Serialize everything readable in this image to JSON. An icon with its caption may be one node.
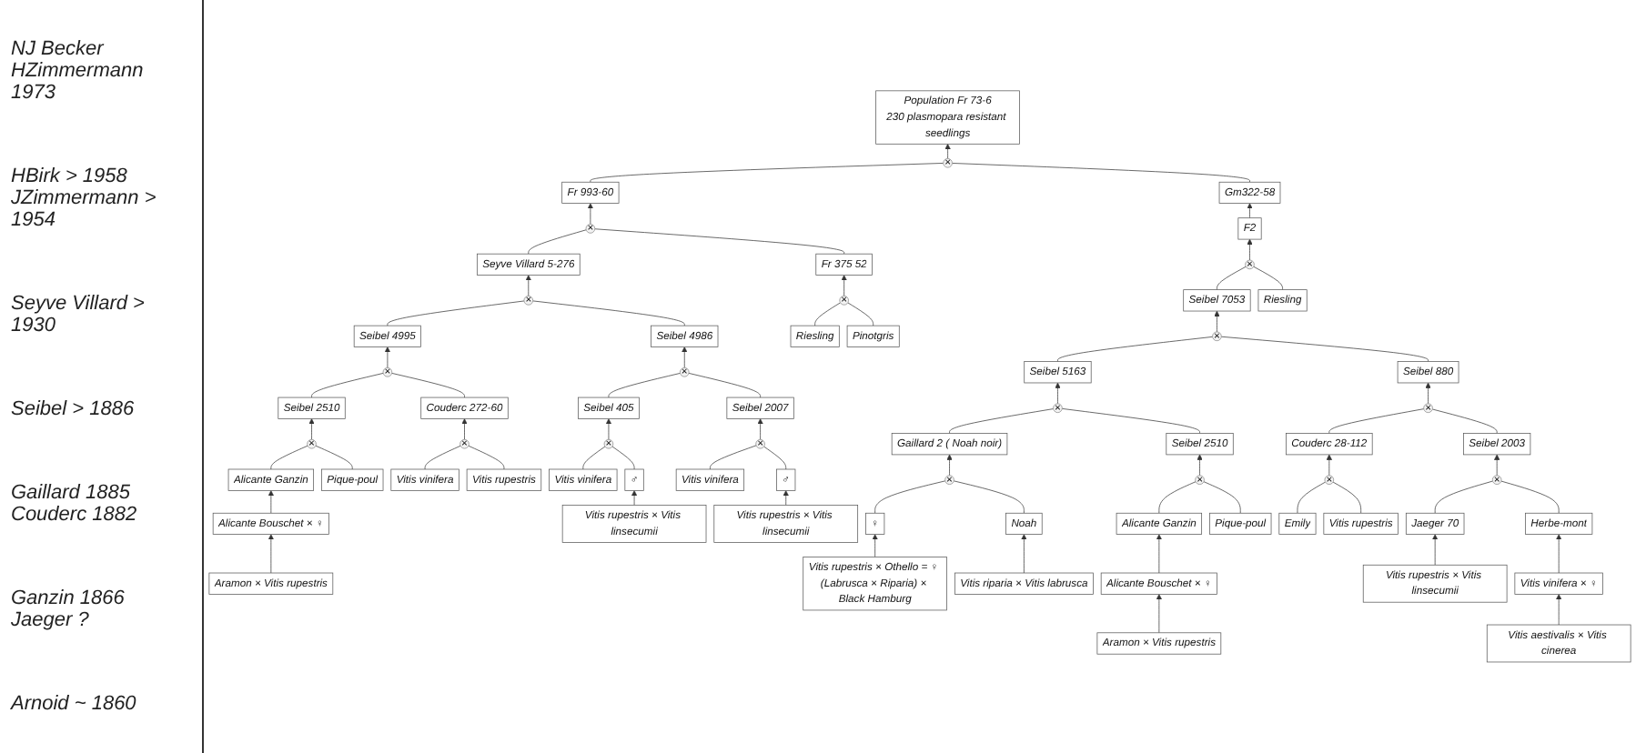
{
  "diagram": {
    "nodes": [
      {
        "text": [
          "Population Fr 73-6",
          "230 plasmopara resistant seedlings"
        ]
      },
      {
        "text": [
          "×"
        ]
      },
      {
        "text": [
          "Fr 993-60"
        ]
      },
      {
        "text": [
          "Gm322-58"
        ]
      },
      {
        "text": [
          "F2"
        ]
      },
      {
        "text": [
          "×"
        ]
      },
      {
        "text": [
          "Seibel 7053"
        ]
      },
      {
        "text": [
          "Riesling"
        ]
      },
      {
        "text": [
          "×"
        ]
      },
      {
        "text": [
          "Seyve Villard 5-276"
        ]
      },
      {
        "text": [
          "Fr 375 52"
        ]
      },
      {
        "text": [
          "×"
        ]
      },
      {
        "text": [
          "Riesling"
        ]
      },
      {
        "text": [
          "Pinotgris"
        ]
      },
      {
        "text": [
          "×"
        ]
      },
      {
        "text": [
          "Seibel 4995"
        ]
      },
      {
        "text": [
          "Seibel 4986"
        ]
      },
      {
        "text": [
          "×"
        ]
      },
      {
        "text": [
          "Seibel 5163"
        ]
      },
      {
        "text": [
          "Seibel 880"
        ]
      },
      {
        "text": [
          "×"
        ]
      },
      {
        "text": [
          "Seibel 2510"
        ]
      },
      {
        "text": [
          "Couderc 272-60"
        ]
      },
      {
        "text": [
          "×"
        ]
      },
      {
        "text": [
          "Seibel 405"
        ]
      },
      {
        "text": [
          "Seibel 2007"
        ]
      },
      {
        "text": [
          "×"
        ]
      },
      {
        "text": [
          "Gaillard 2 ( Noah noir)"
        ]
      },
      {
        "text": [
          "Seibel 2510"
        ]
      },
      {
        "text": [
          "×"
        ]
      },
      {
        "text": [
          "Couderc 28-112"
        ]
      },
      {
        "text": [
          "Seibel 2003"
        ]
      },
      {
        "text": [
          "×"
        ]
      },
      {
        "text": [
          "Alicante Ganzin"
        ]
      },
      {
        "text": [
          "Pique-poul"
        ]
      },
      {
        "text": [
          "×"
        ]
      },
      {
        "text": [
          "Vitis vinifera"
        ]
      },
      {
        "text": [
          "Vitis rupestris"
        ]
      },
      {
        "text": [
          "×"
        ]
      },
      {
        "text": [
          "Vitis vinifera"
        ]
      },
      {
        "text": [
          "♂"
        ]
      },
      {
        "text": [
          "×"
        ]
      },
      {
        "text": [
          "Vitis vinifera"
        ]
      },
      {
        "text": [
          "♂"
        ]
      },
      {
        "text": [
          "×"
        ]
      },
      {
        "text": [
          "♀"
        ]
      },
      {
        "text": [
          "Noah"
        ]
      },
      {
        "text": [
          "×"
        ]
      },
      {
        "text": [
          "Alicante Ganzin"
        ]
      },
      {
        "text": [
          "Pique-poul"
        ]
      },
      {
        "text": [
          "×"
        ]
      },
      {
        "text": [
          "Emily"
        ]
      },
      {
        "text": [
          "Vitis rupestris"
        ]
      },
      {
        "text": [
          "×"
        ]
      },
      {
        "text": [
          "Jaeger 70"
        ]
      },
      {
        "text": [
          "Herbe-mont"
        ]
      },
      {
        "text": [
          "Alicante Bouschet × ♀"
        ]
      },
      {
        "text": [
          "Aramon × Vitis rupestris"
        ]
      },
      {
        "text": [
          "Vitis rupestris × Vitis linsecumii"
        ]
      },
      {
        "text": [
          "Vitis rupestris × Vitis linsecumii"
        ]
      },
      {
        "text": [
          "Vitis rupestris × Othello = ♀ (Labrusca × Riparia) × Black Hamburg"
        ]
      },
      {
        "text": [
          "Vitis riparia × Vitis labrusca"
        ]
      },
      {
        "text": [
          "Alicante Bouschet × ♀"
        ]
      },
      {
        "text": [
          "Aramon × Vitis rupestris"
        ]
      },
      {
        "text": [
          "Vitis rupestris × Vitis linsecumii"
        ]
      },
      {
        "text": [
          "Vitis vinifera × ♀"
        ]
      },
      {
        "text": [
          "Vitis aestivalis × Vitis cinerea"
        ]
      }
    ],
    "edges": [
      {
        "from": 2,
        "to": 1,
        "arrow": "none"
      },
      {
        "from": 3,
        "to": 1,
        "arrow": "none"
      },
      {
        "from": 1,
        "to": 0,
        "arrow": "to"
      },
      {
        "from": 4,
        "to": 3,
        "arrow": "to"
      },
      {
        "from": 5,
        "to": 4,
        "arrow": "to"
      },
      {
        "from": 6,
        "to": 5,
        "arrow": "none"
      },
      {
        "from": 7,
        "to": 5,
        "arrow": "none"
      },
      {
        "from": 8,
        "to": 2,
        "arrow": "to"
      },
      {
        "from": 9,
        "to": 8,
        "arrow": "none"
      },
      {
        "from": 10,
        "to": 8,
        "arrow": "none"
      },
      {
        "from": 11,
        "to": 10,
        "arrow": "to"
      },
      {
        "from": 12,
        "to": 11,
        "arrow": "none"
      },
      {
        "from": 13,
        "to": 11,
        "arrow": "none"
      },
      {
        "from": 14,
        "to": 9,
        "arrow": "to"
      },
      {
        "from": 15,
        "to": 14,
        "arrow": "none"
      },
      {
        "from": 16,
        "to": 14,
        "arrow": "none"
      },
      {
        "from": 17,
        "to": 6,
        "arrow": "to"
      },
      {
        "from": 18,
        "to": 17,
        "arrow": "none"
      },
      {
        "from": 19,
        "to": 17,
        "arrow": "none"
      },
      {
        "from": 20,
        "to": 15,
        "arrow": "to"
      },
      {
        "from": 21,
        "to": 20,
        "arrow": "none"
      },
      {
        "from": 22,
        "to": 20,
        "arrow": "none"
      },
      {
        "from": 23,
        "to": 16,
        "arrow": "to"
      },
      {
        "from": 24,
        "to": 23,
        "arrow": "none"
      },
      {
        "from": 25,
        "to": 23,
        "arrow": "none"
      },
      {
        "from": 26,
        "to": 18,
        "arrow": "to"
      },
      {
        "from": 27,
        "to": 26,
        "arrow": "none"
      },
      {
        "from": 28,
        "to": 26,
        "arrow": "none"
      },
      {
        "from": 29,
        "to": 19,
        "arrow": "to"
      },
      {
        "from": 30,
        "to": 29,
        "arrow": "none"
      },
      {
        "from": 31,
        "to": 29,
        "arrow": "none"
      },
      {
        "from": 32,
        "to": 21,
        "arrow": "to"
      },
      {
        "from": 33,
        "to": 32,
        "arrow": "none"
      },
      {
        "from": 34,
        "to": 32,
        "arrow": "none"
      },
      {
        "from": 35,
        "to": 22,
        "arrow": "to"
      },
      {
        "from": 36,
        "to": 35,
        "arrow": "none"
      },
      {
        "from": 37,
        "to": 35,
        "arrow": "none"
      },
      {
        "from": 38,
        "to": 24,
        "arrow": "to"
      },
      {
        "from": 39,
        "to": 38,
        "arrow": "none"
      },
      {
        "from": 40,
        "to": 38,
        "arrow": "none"
      },
      {
        "from": 41,
        "to": 25,
        "arrow": "to"
      },
      {
        "from": 42,
        "to": 41,
        "arrow": "none"
      },
      {
        "from": 43,
        "to": 41,
        "arrow": "none"
      },
      {
        "from": 44,
        "to": 27,
        "arrow": "to"
      },
      {
        "from": 45,
        "to": 44,
        "arrow": "none"
      },
      {
        "from": 46,
        "to": 44,
        "arrow": "none"
      },
      {
        "from": 47,
        "to": 28,
        "arrow": "to"
      },
      {
        "from": 48,
        "to": 47,
        "arrow": "none"
      },
      {
        "from": 49,
        "to": 47,
        "arrow": "none"
      },
      {
        "from": 50,
        "to": 30,
        "arrow": "to"
      },
      {
        "from": 51,
        "to": 50,
        "arrow": "none"
      },
      {
        "from": 52,
        "to": 50,
        "arrow": "none"
      },
      {
        "from": 53,
        "to": 31,
        "arrow": "to"
      },
      {
        "from": 54,
        "to": 53,
        "arrow": "none"
      },
      {
        "from": 55,
        "to": 53,
        "arrow": "none"
      },
      {
        "from": 56,
        "to": 33,
        "arrow": "to"
      },
      {
        "from": 57,
        "to": 56,
        "arrow": "to"
      },
      {
        "from": 58,
        "to": 40,
        "arrow": "to"
      },
      {
        "from": 59,
        "to": 43,
        "arrow": "to"
      },
      {
        "from": 60,
        "to": 45,
        "arrow": "to"
      },
      {
        "from": 61,
        "to": 46,
        "arrow": "to"
      },
      {
        "from": 62,
        "to": 48,
        "arrow": "to"
      },
      {
        "from": 63,
        "to": 62,
        "arrow": "to"
      },
      {
        "from": 64,
        "to": 54,
        "arrow": "to"
      },
      {
        "from": 65,
        "to": 55,
        "arrow": "to"
      },
      {
        "from": 66,
        "to": 65,
        "arrow": "to"
      }
    ],
    "labels": [
      "NJ Becker HZimmermann 1973",
      "HBirk > 1958 JZimmermann > 1954",
      "Seyve Villard > 1930",
      "Seibel > 1886",
      "Gaillard 1885 Couderc 1882",
      "Ganzin 1866 Jaeger ?",
      "Arnoid ~ 1860"
    ]
  }
}
